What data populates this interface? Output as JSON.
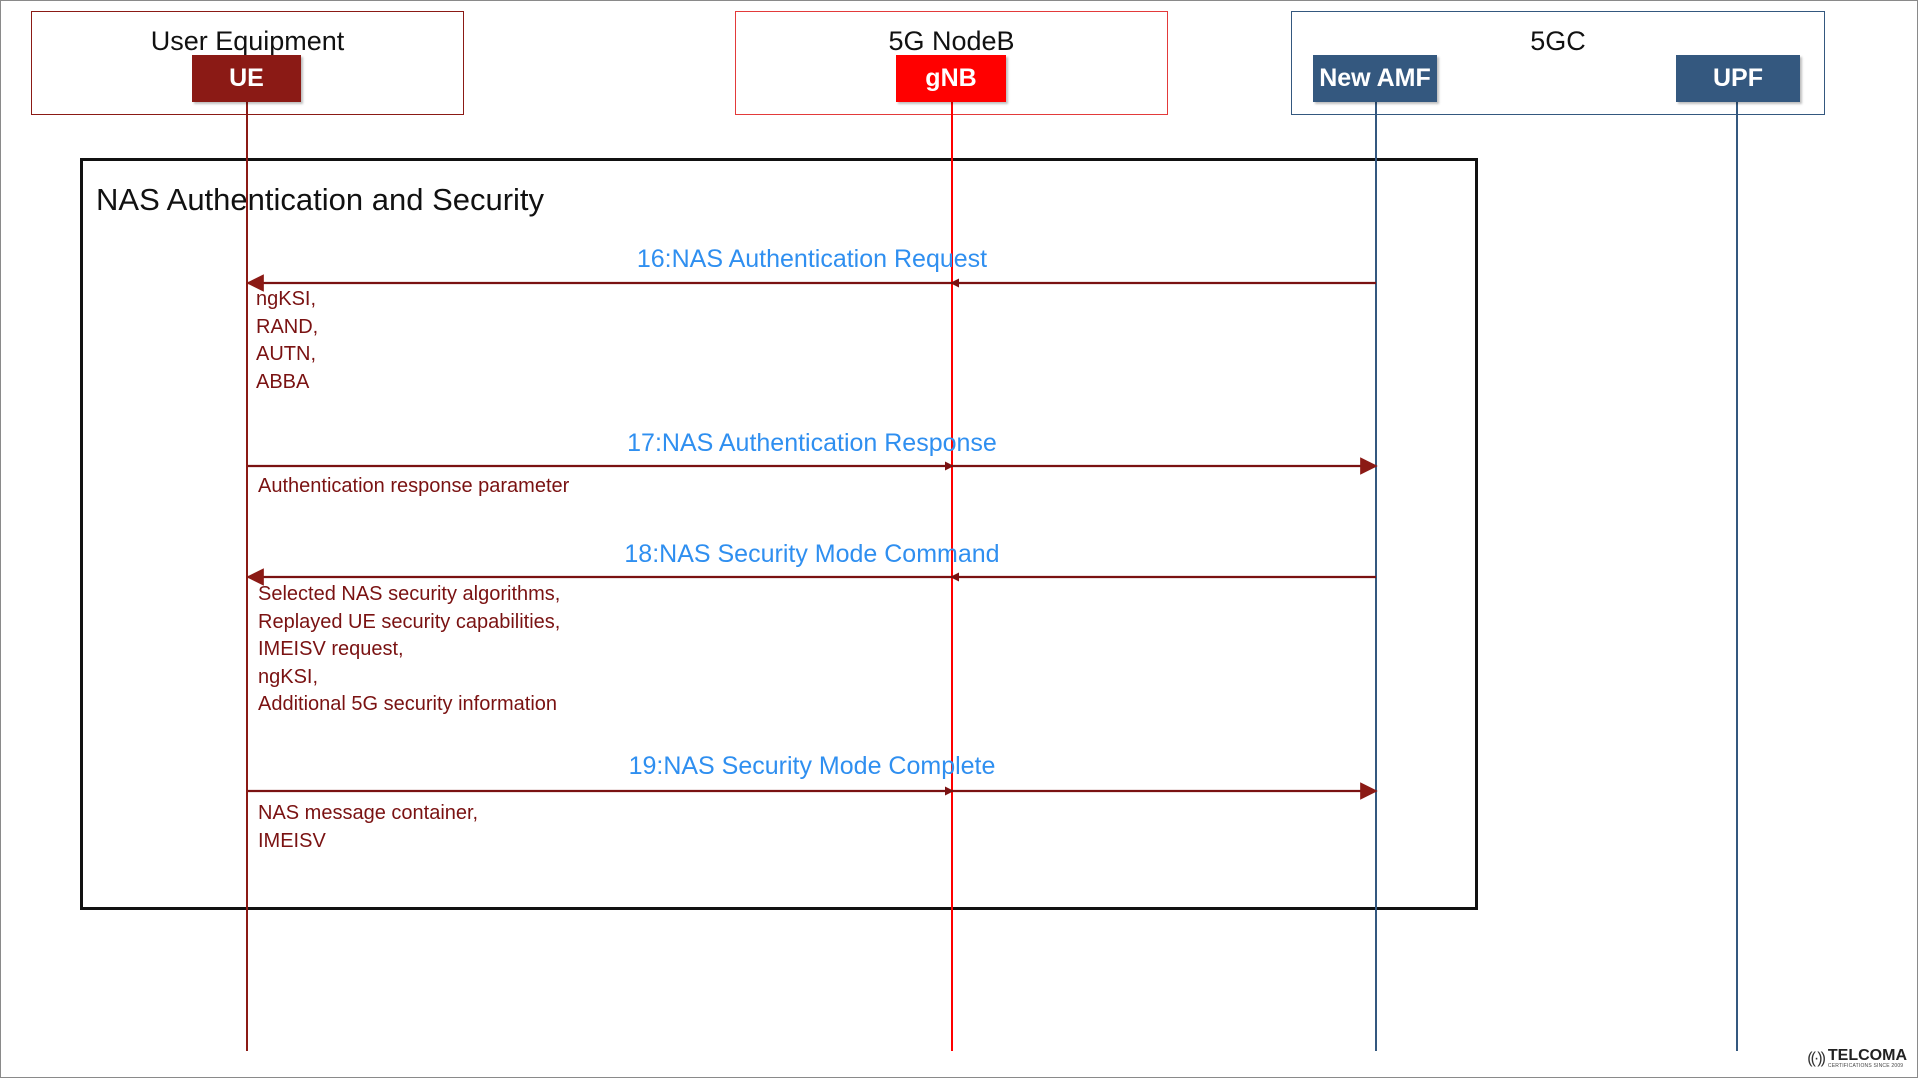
{
  "colors": {
    "ue": "#8b1a15",
    "gnb": "#ff0000",
    "core": "#34587f",
    "message_label": "#2f8ff0",
    "params": "#7a1212",
    "border": "#111111"
  },
  "groups": {
    "ue": {
      "title": "User Equipment"
    },
    "gnb": {
      "title": "5G NodeB"
    },
    "core": {
      "title": "5GC"
    }
  },
  "entities": {
    "ue": "UE",
    "gnb": "gNB",
    "amf": "New AMF",
    "upf": "UPF"
  },
  "section": {
    "title": "NAS Authentication and Security"
  },
  "messages": [
    {
      "label": "16:NAS Authentication Request",
      "from": "amf",
      "to": "ue",
      "params": [
        "ngKSI,",
        "RAND,",
        "AUTN,",
        "ABBA"
      ]
    },
    {
      "label": "17:NAS Authentication Response",
      "from": "ue",
      "to": "amf",
      "params": [
        "Authentication response parameter"
      ]
    },
    {
      "label": "18:NAS Security Mode Command",
      "from": "amf",
      "to": "ue",
      "params": [
        "Selected NAS security algorithms,",
        "Replayed UE security capabilities,",
        "IMEISV request,",
        "ngKSI,",
        "Additional 5G security information"
      ]
    },
    {
      "label": "19:NAS Security Mode Complete",
      "from": "ue",
      "to": "amf",
      "params": [
        "NAS message container,",
        "IMEISV"
      ]
    }
  ],
  "logo": {
    "name": "TELCOMA",
    "tagline": "CERTIFICATIONS SINCE 2009",
    "icon": "signal-waves-icon"
  }
}
